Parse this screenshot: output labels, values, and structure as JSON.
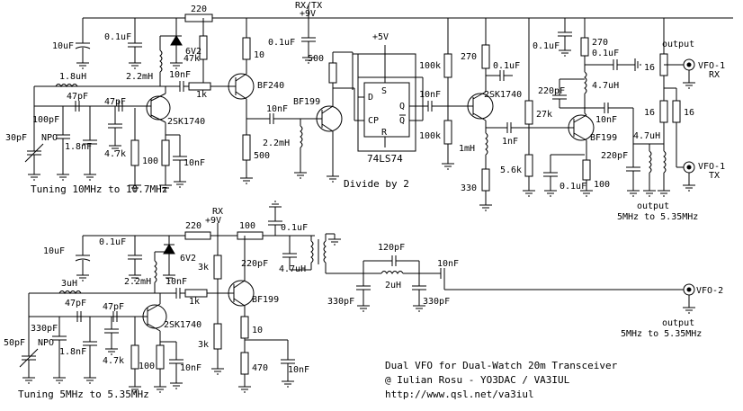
{
  "title": "Dual VFO for Dual-Watch 20m Transceiver",
  "author": "@ Iulian Rosu - YO3DAC / VA3IUL",
  "url": "http://www.qsl.net/va3iul",
  "top_section": {
    "supply": "RX/TX",
    "supply_v": "+9V",
    "tuning": "Tuning 10MHz to 10.7MHz",
    "divide": "Divide by 2",
    "output_label": "output",
    "output_range": "5MHz to 5.35MHz",
    "vfo_rx": "VFO-1",
    "rx": "RX",
    "vfo_tx": "VFO-1",
    "tx": "TX",
    "ic": "74LS74",
    "ic_supply": "+5V",
    "pins": {
      "s": "S",
      "d": "D",
      "cp": "CP",
      "r": "R",
      "q": "Q",
      "qbar": "Q"
    },
    "components": {
      "c_10uf": "10uF",
      "c_01uf_a": "0.1uF",
      "zener": "6V2",
      "r_220": "220",
      "r_47k": "47k",
      "l_22mh": "2.2mH",
      "r_10": "10",
      "c_10nf_a": "10nF",
      "r_1k": "1k",
      "q_bf240": "BF240",
      "l_18uh": "1.8uH",
      "c_47pf_a": "47pF",
      "c_47pf_b": "47pF",
      "c_100pf": "100pF",
      "c_30pf": "30pF",
      "npo": "NPO",
      "c_18nf": "1.8nF",
      "r_47k_b": "4.7k",
      "r_100": "100",
      "c_10nf_b": "10nF",
      "q_2sk1740": "2SK1740",
      "c_01uf_b": "0.1uF",
      "r_500_a": "500",
      "c_10nf_c": "10nF",
      "q_bf199": "BF199",
      "l_22mh_b": "2.2mH",
      "r_500_b": "500",
      "c_10nf_d": "10nF",
      "r_100k_a": "100k",
      "r_100k_b": "100k",
      "r_270": "270",
      "c_01uf_c": "0.1uF",
      "q_2sk1740_b": "2SK1740",
      "l_1mh": "1mH",
      "c_1nf": "1nF",
      "r_56k": "5.6k",
      "r_330": "330",
      "c_01uf_d": "0.1uF",
      "r_270_b": "270",
      "c_01uf_e": "0.1uF",
      "c_220pf_a": "220pF",
      "l_47uh": "4.7uH",
      "r_27k": "27k",
      "c_10nf_e": "10nF",
      "q_bf199_b": "BF199",
      "r_100_b": "100",
      "c_220pf_b": "220pF",
      "l_47uh_b": "4.7uH",
      "r_16_a": "16",
      "r_16_b": "16",
      "r_16_c": "16",
      "c_01uf_f": "0.1uF"
    }
  },
  "bottom_section": {
    "supply": "RX",
    "supply_v": "+9V",
    "tuning": "Tuning 5MHz to 5.35MHz",
    "output_label": "output",
    "output_range": "5MHz to 5.35MHz",
    "vfo": "VFO-2",
    "components": {
      "c_10uf": "10uF",
      "c_01uf_a": "0.1uF",
      "zener": "6V2",
      "r_220": "220",
      "r_100": "100",
      "c_01uf_b": "0.1uF",
      "l_22mh": "2.2mH",
      "r_3k_a": "3k",
      "c_10nf_a": "10nF",
      "r_1k": "1k",
      "q_bf199": "BF199",
      "c_220pf": "220pF",
      "l_47uh": "4.7uH",
      "l_3uh": "3uH",
      "c_47pf_a": "47pF",
      "c_47pf_b": "47pF",
      "c_330pf_a": "330pF",
      "c_50pf": "50pF",
      "npo": "NPO",
      "c_18nf": "1.8nF",
      "r_47k": "4.7k",
      "r_100_b": "100",
      "c_10nf_b": "10nF",
      "q_2sk1740": "2SK1740",
      "r_3k_b": "3k",
      "r_10": "10",
      "r_470": "470",
      "c_10nf_c": "10nF",
      "c_120pf": "120pF",
      "l_2uh": "2uH",
      "c_330pf_b": "330pF",
      "c_330pf_c": "330pF",
      "c_10nf_d": "10nF"
    }
  }
}
